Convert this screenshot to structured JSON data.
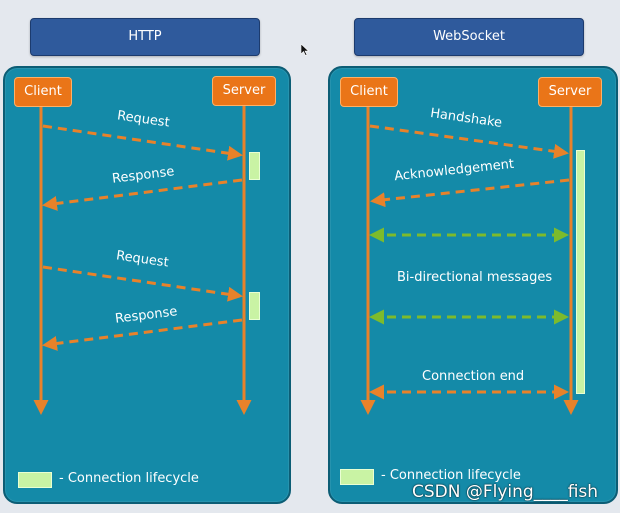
{
  "http": {
    "title": "HTTP",
    "client_label": "Client",
    "server_label": "Server",
    "messages": [
      "Request",
      "Response",
      "Request",
      "Response"
    ],
    "legend": "- Connection lifecycle"
  },
  "websocket": {
    "title": "WebSocket",
    "client_label": "Client",
    "server_label": "Server",
    "handshake": "Handshake",
    "acknowledgement": "Acknowledgement",
    "bidirectional": "Bi-directional messages",
    "connection_end": "Connection end",
    "legend": "- Connection lifecycle"
  },
  "watermark": "CSDN @Flying____fish",
  "icons": [
    "arrow-cursor-icon"
  ],
  "colors": {
    "panel": "#148aa8",
    "header": "#2f5a9c",
    "party_box": "#ea7518",
    "orange_arrow": "#e8822a",
    "green_arrow": "#7dbb2c",
    "lifecycle": "#c9f3a4"
  }
}
